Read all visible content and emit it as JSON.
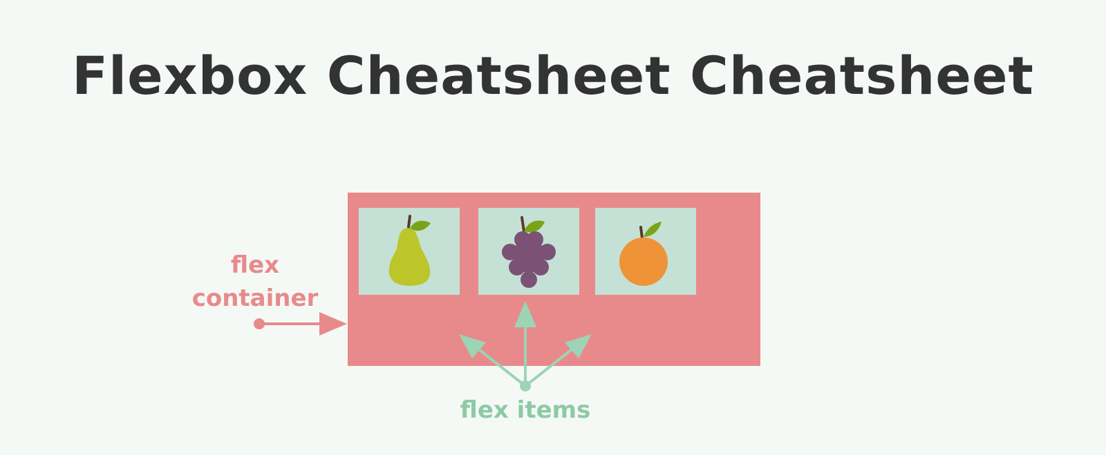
{
  "title": "Flexbox Cheatsheet Cheatsheet",
  "labels": {
    "container_line1": "flex",
    "container_line2": "container",
    "items": "flex items"
  },
  "items": [
    {
      "icon": "pear-icon"
    },
    {
      "icon": "grapes-icon"
    },
    {
      "icon": "orange-icon"
    }
  ],
  "colors": {
    "background": "#f4f9f6",
    "title": "#333333",
    "container": "#e88a8b",
    "item": "#c5e1d5",
    "items_label": "#8ccaa6",
    "pear": "#bcc52a",
    "grapes": "#7b5276",
    "orange": "#ef9338",
    "leaf": "#7aa317",
    "stem": "#5a3a2a"
  }
}
